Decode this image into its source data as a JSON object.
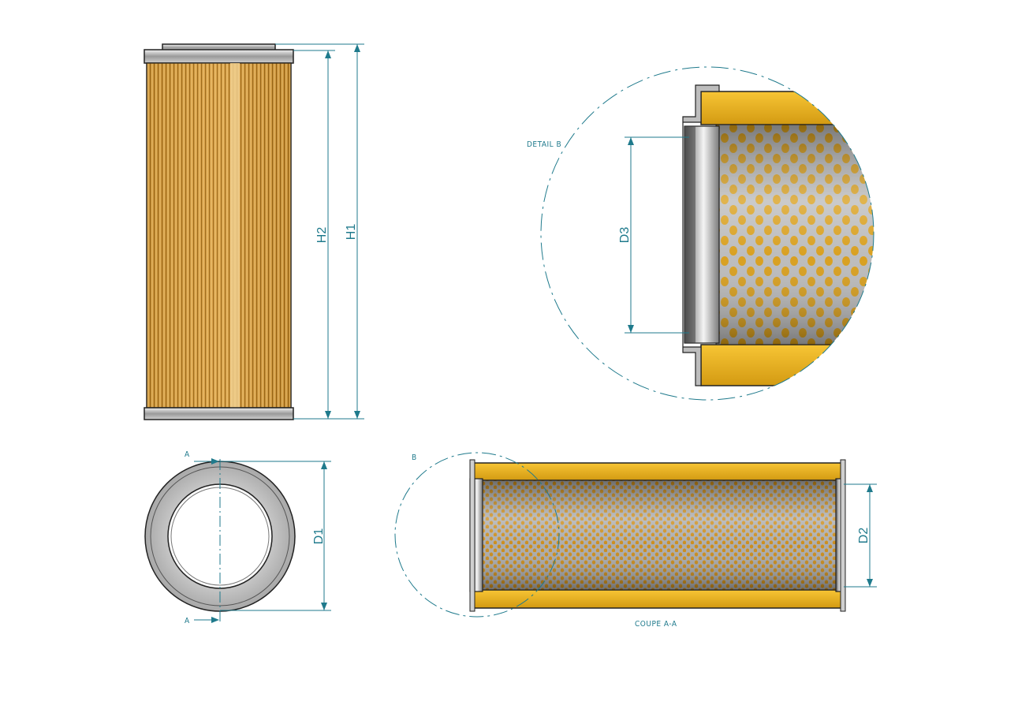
{
  "labels": {
    "h1": "H1",
    "h2": "H2",
    "d1": "D1",
    "d2": "D2",
    "d3": "D3",
    "detail_b": "DETAIL B",
    "b": "B",
    "section_a_top": "A",
    "section_a_bottom": "A",
    "coupe": "COUPE A-A"
  },
  "colors": {
    "dimension": "#1f7a8c",
    "media_yellow": "#f2b81f",
    "media_dark": "#c98f10",
    "steel_light": "#e2e2e2",
    "steel_dark": "#6a6a6a"
  }
}
